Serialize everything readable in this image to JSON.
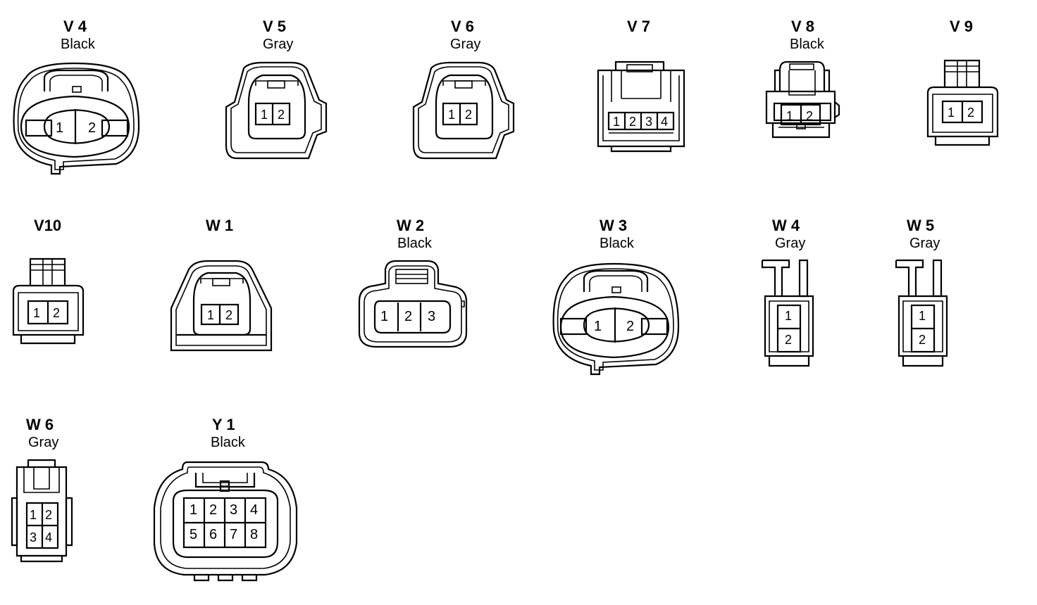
{
  "connectors": [
    {
      "key": "v4",
      "id": "V 4",
      "color": "Black",
      "pins": [
        "1",
        "2"
      ]
    },
    {
      "key": "v5",
      "id": "V 5",
      "color": "Gray",
      "pins": [
        "1",
        "2"
      ]
    },
    {
      "key": "v6",
      "id": "V 6",
      "color": "Gray",
      "pins": [
        "1",
        "2"
      ]
    },
    {
      "key": "v7",
      "id": "V 7",
      "color": "",
      "pins": [
        "1",
        "2",
        "3",
        "4"
      ]
    },
    {
      "key": "v8",
      "id": "V 8",
      "color": "Black",
      "pins": [
        "1",
        "2"
      ]
    },
    {
      "key": "v9",
      "id": "V 9",
      "color": "",
      "pins": [
        "1",
        "2"
      ]
    },
    {
      "key": "v10",
      "id": "V10",
      "color": "",
      "pins": [
        "1",
        "2"
      ]
    },
    {
      "key": "w1",
      "id": "W 1",
      "color": "",
      "pins": [
        "1",
        "2"
      ]
    },
    {
      "key": "w2",
      "id": "W 2",
      "color": "Black",
      "pins": [
        "1",
        "2",
        "3"
      ]
    },
    {
      "key": "w3",
      "id": "W 3",
      "color": "Black",
      "pins": [
        "1",
        "2"
      ]
    },
    {
      "key": "w4",
      "id": "W 4",
      "color": "Gray",
      "pins": [
        "1",
        "2"
      ]
    },
    {
      "key": "w5",
      "id": "W 5",
      "color": "Gray",
      "pins": [
        "1",
        "2"
      ]
    },
    {
      "key": "w6",
      "id": "W 6",
      "color": "Gray",
      "pins": [
        "1",
        "2",
        "3",
        "4"
      ]
    },
    {
      "key": "y1",
      "id": "Y 1",
      "color": "Black",
      "pins": [
        "1",
        "2",
        "3",
        "4",
        "5",
        "6",
        "7",
        "8"
      ]
    }
  ]
}
